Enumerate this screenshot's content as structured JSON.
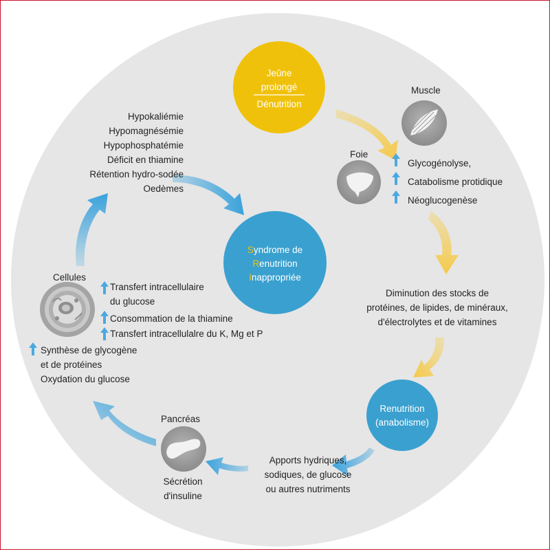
{
  "colors": {
    "yellow": "#f0c10b",
    "blue": "#3aa0cf",
    "gray_bg": "#e6e6e6",
    "icon_gray": "#9d9d9d",
    "arrow_blue": "#3aa2dc",
    "arrow_yellow": "#f5cf55"
  },
  "top_circle": {
    "line1": "Jeûne",
    "line2": "prolongé",
    "line3": "Dénutrition"
  },
  "center_circle": {
    "l1_initial": "S",
    "l1_rest": "yndrome de",
    "l2_initial": "R",
    "l2_rest": "enutrition",
    "l3_initial": "I",
    "l3_rest": "nappropriée"
  },
  "renutrition_circle": {
    "line1": "Renutrition",
    "line2": "(anabolisme)"
  },
  "muscle": {
    "label": "Muscle",
    "icon": "muscle-icon"
  },
  "foie": {
    "label": "Foie",
    "icon": "liver-icon"
  },
  "liver_effects": [
    "Glycogénolyse,",
    "Catabolisme protidique",
    "Néoglucogenèse"
  ],
  "stocks": [
    "Diminution des stocks de",
    "protéines, de lipides, de minéraux,",
    "d'électrolytes et de vitamines"
  ],
  "apports": [
    "Apports hydriques,",
    "sodiques, de glucose",
    "ou autres nutriments"
  ],
  "pancreas": {
    "label": "Pancréas",
    "icon": "pancreas-icon",
    "effect1": "Sécrétion",
    "effect2": "d'insuline"
  },
  "cellules": {
    "label": "Cellules",
    "icon": "cell-icon",
    "t1a": "Transfert intracellulaire",
    "t1b": "du glucose",
    "t2": "Consommation de la thiamine",
    "t3": "Transfert intracellulalre du K, Mg et P",
    "s1a": "Synthèse de glycogène",
    "s1b": "et de protéines",
    "s2": "Oxydation du glucose"
  },
  "symptoms": [
    "Hypokaliémie",
    "Hypomagnésémie",
    "Hypophosphatémie",
    "Déficit en thiamine",
    "Rétention hydro-sodée",
    "Oedèmes"
  ]
}
